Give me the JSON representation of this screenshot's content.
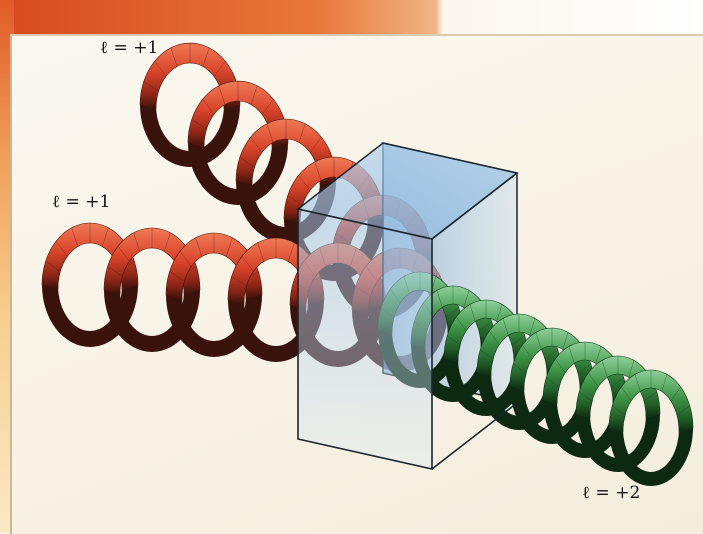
{
  "labels": {
    "top_beam": "ℓ = +1",
    "middle_beam": "ℓ = +1",
    "output_beam": "ℓ = +2"
  },
  "colors": {
    "input_beam": "#d8432a",
    "input_beam_dark": "#3a120c",
    "output_beam": "#3d9446",
    "output_beam_dark": "#0e2912",
    "crystal": "#9cc3e8",
    "frame_accent": "#d64a20"
  }
}
